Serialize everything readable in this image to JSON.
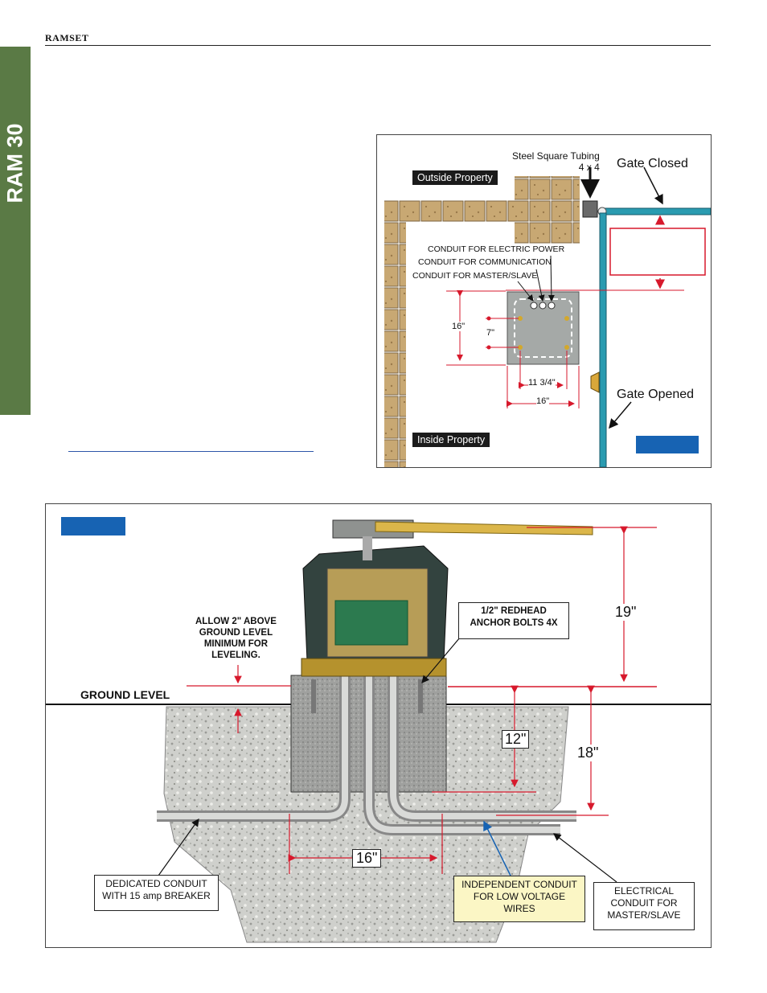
{
  "header": {
    "brand": "RAMSET"
  },
  "side_tab": {
    "text": "RAM 30",
    "color": "#5a7a45"
  },
  "top_diagram": {
    "tubing_label_line1": "Steel Square Tubing",
    "tubing_label_line2": "4 x 4",
    "gate_closed": "Gate Closed",
    "gate_opened": "Gate Opened",
    "outside_property": "Outside Property",
    "inside_property": "Inside Property",
    "conduit_power": "CONDUIT FOR ELECTRIC POWER",
    "conduit_comm": "CONDUIT FOR COMMUNICATION",
    "conduit_master": "CONDUIT FOR MASTER/SLAVE",
    "dim_16_vertical": "16\"",
    "dim_7": "7\"",
    "dim_11_3_4": "11 3/4\"",
    "dim_16_horizontal": "16\""
  },
  "bottom_diagram": {
    "allow_note": [
      "ALLOW 2\" ABOVE",
      "GROUND LEVEL",
      "MINIMUM FOR",
      "LEVELING."
    ],
    "ground_level": "GROUND LEVEL",
    "anchor_note": [
      "1/2\" REDHEAD",
      "ANCHOR BOLTS 4X"
    ],
    "dim_19": "19\"",
    "dim_12": "12\"",
    "dim_18": "18\"",
    "dim_16": "16\"",
    "dedicated_conduit": [
      "DEDICATED CONDUIT",
      "WITH 15 amp BREAKER"
    ],
    "independent_conduit": [
      "INDEPENDENT CONDUIT",
      "FOR LOW VOLTAGE",
      "WIRES"
    ],
    "electrical_conduit": [
      "ELECTRICAL",
      "CONDUIT FOR",
      "MASTER/SLAVE"
    ]
  },
  "colors": {
    "accent_blue": "#1763b3",
    "dimension_red": "#d7192c",
    "gate_teal": "#2a9bb0"
  }
}
